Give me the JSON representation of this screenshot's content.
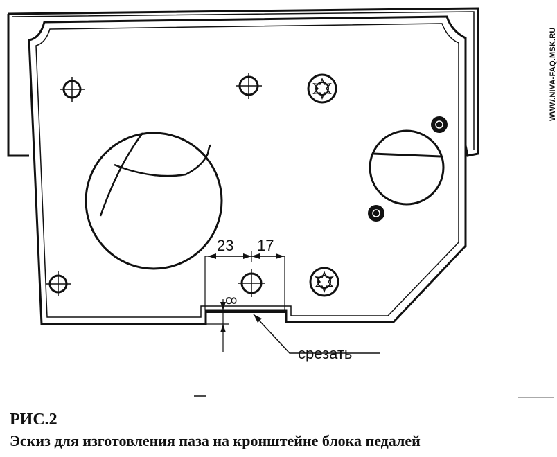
{
  "watermark": "WWW.NIVA-FAQ.MSK.RU",
  "dimensions": {
    "width_left": "23",
    "width_right": "17",
    "depth": "8"
  },
  "callout": "срезать",
  "figure": {
    "number": "РИС.2",
    "caption": "Эскиз для изготовления паза на кронштейне блока педалей"
  }
}
